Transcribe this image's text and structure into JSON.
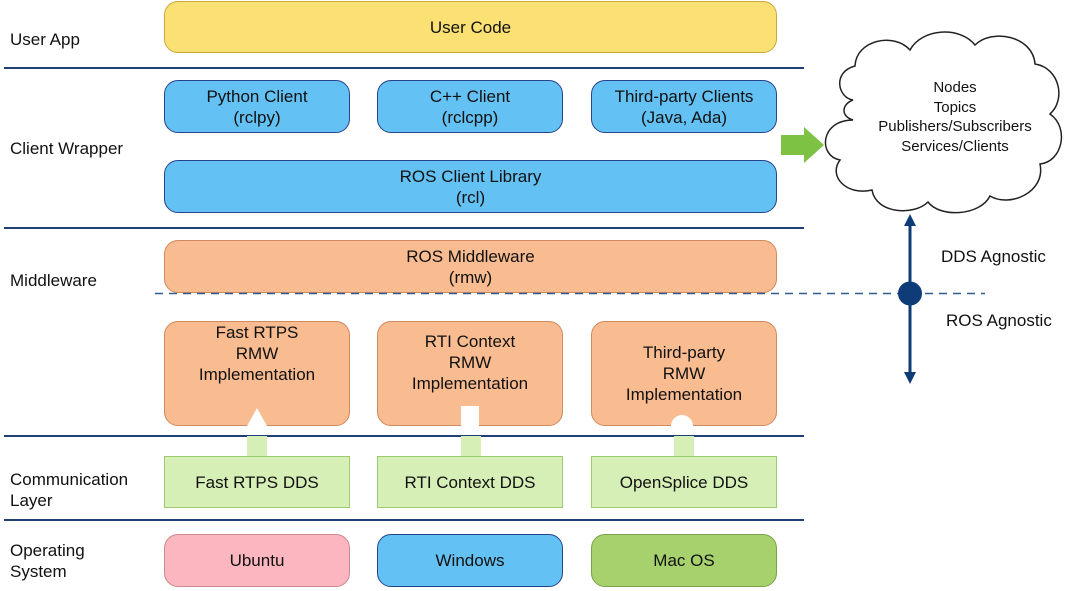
{
  "layers": {
    "user_app": "User App",
    "client_wrapper": "Client Wrapper",
    "middleware": "Middleware",
    "communication": "Communication\nLayer",
    "os": "Operating\nSystem"
  },
  "boxes": {
    "user_code": "User Code",
    "python_client": "Python Client\n(rclpy)",
    "cpp_client": "C++ Client\n(rclcpp)",
    "third_party_clients": "Third-party Clients\n(Java, Ada)",
    "rcl": "ROS Client Library\n(rcl)",
    "rmw": "ROS Middleware\n(rmw)",
    "fast_rtps_rmw": "Fast RTPS\nRMW\nImplementation",
    "rti_context_rmw": "RTI Context\nRMW\nImplementation",
    "third_party_rmw": "Third-party\nRMW\nImplementation",
    "fast_rtps_dds": "Fast RTPS DDS",
    "rti_context_dds": "RTI Context DDS",
    "opensplice_dds": "OpenSplice DDS",
    "ubuntu": "Ubuntu",
    "windows": "Windows",
    "mac_os": "Mac OS"
  },
  "cloud": {
    "text": "Nodes\nTopics\nPublishers/Subscribers\nServices/Clients"
  },
  "agnostic": {
    "dds": "DDS Agnostic",
    "ros": "ROS Agnostic"
  },
  "colors": {
    "separator": "#1f3f74",
    "yellow": "#fbe074",
    "blue": "#63c1f3",
    "orange": "#f9bb90",
    "green": "#d6efb6",
    "pink": "#fcb6c0",
    "olive": "#a6d16d",
    "arrow_green": "#7dc242",
    "axis": "#0e3c78"
  }
}
